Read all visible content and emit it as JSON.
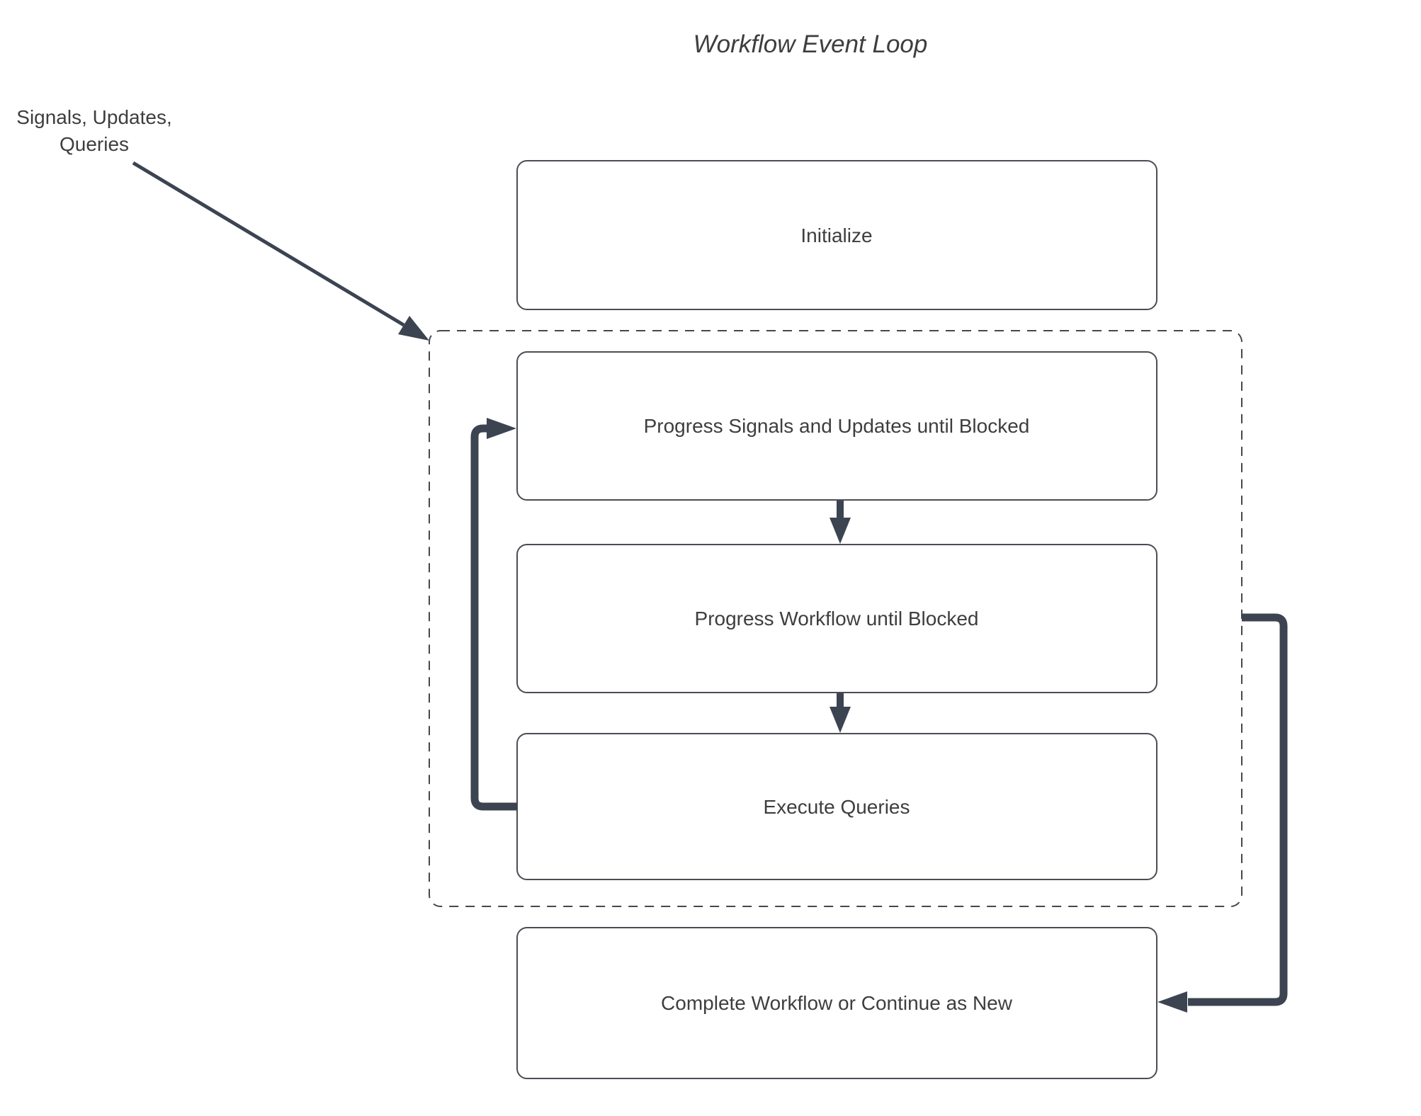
{
  "diagram": {
    "title": "Workflow Event Loop",
    "external_input_label": {
      "line1": "Signals, Updates,",
      "line2": "Queries"
    },
    "nodes": [
      {
        "id": "initialize",
        "label": "Initialize"
      },
      {
        "id": "progress-signals",
        "label": "Progress Signals and Updates until Blocked"
      },
      {
        "id": "progress-workflow",
        "label": "Progress Workflow until Blocked"
      },
      {
        "id": "execute-queries",
        "label": "Execute Queries"
      },
      {
        "id": "complete-workflow",
        "label": "Complete Workflow or Continue as New"
      }
    ],
    "colors": {
      "background": "#ffffff",
      "arrow": "#3c4452",
      "node_border": "#4a4d54",
      "node_fill": "#ffffff",
      "text": "#3e3e3e",
      "dashed_boundary": "#43484f"
    }
  }
}
